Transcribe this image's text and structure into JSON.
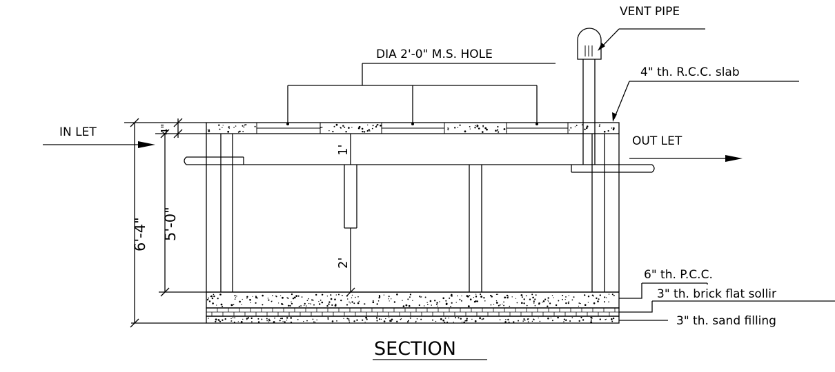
{
  "title": "SECTION",
  "labels": {
    "vent_pipe": "VENT PIPE",
    "ms_hole": "DIA 2'-0\" M.S. HOLE",
    "rcc_slab": "4\" th. R.C.C. slab",
    "inlet": "IN LET",
    "outlet": "OUT LET",
    "pcc": "6\" th. P.C.C.",
    "brick_soling": "3\" th. brick flat sollir",
    "sand_filling": "3\" th. sand filling"
  },
  "dimensions": {
    "overall_height": "6'-4\"",
    "inner_height": "5'-0\"",
    "slab_thickness": "4\"",
    "inlet_drop": "1'",
    "baffle_gap": "2'"
  },
  "colors": {
    "line": "#000000",
    "background": "#ffffff"
  }
}
